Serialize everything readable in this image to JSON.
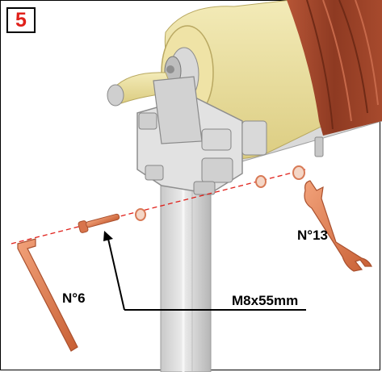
{
  "step": {
    "number": "5",
    "color": "#e0201a"
  },
  "labels": {
    "allen_key": "N°6",
    "wrench": "N°13",
    "bolt": "M8x55mm"
  },
  "colors": {
    "tool": "#e07a48",
    "guide_line": "#e0201a",
    "belt_felt": "#e8dc9a",
    "belt_leather": "#a8462c",
    "metal": "#d6d6d6"
  },
  "icons": [
    "allen-key-icon",
    "open-end-wrench-icon",
    "bolt-icon",
    "washer-icon"
  ]
}
